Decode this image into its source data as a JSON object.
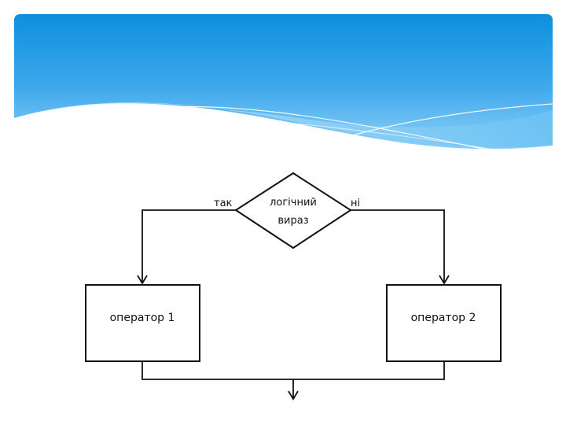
{
  "diagram": {
    "decision": {
      "line1": "логічний",
      "line2": "вираз"
    },
    "yes_label": "так",
    "no_label": "ні",
    "left_box": "оператор 1",
    "right_box": "оператор 2"
  }
}
